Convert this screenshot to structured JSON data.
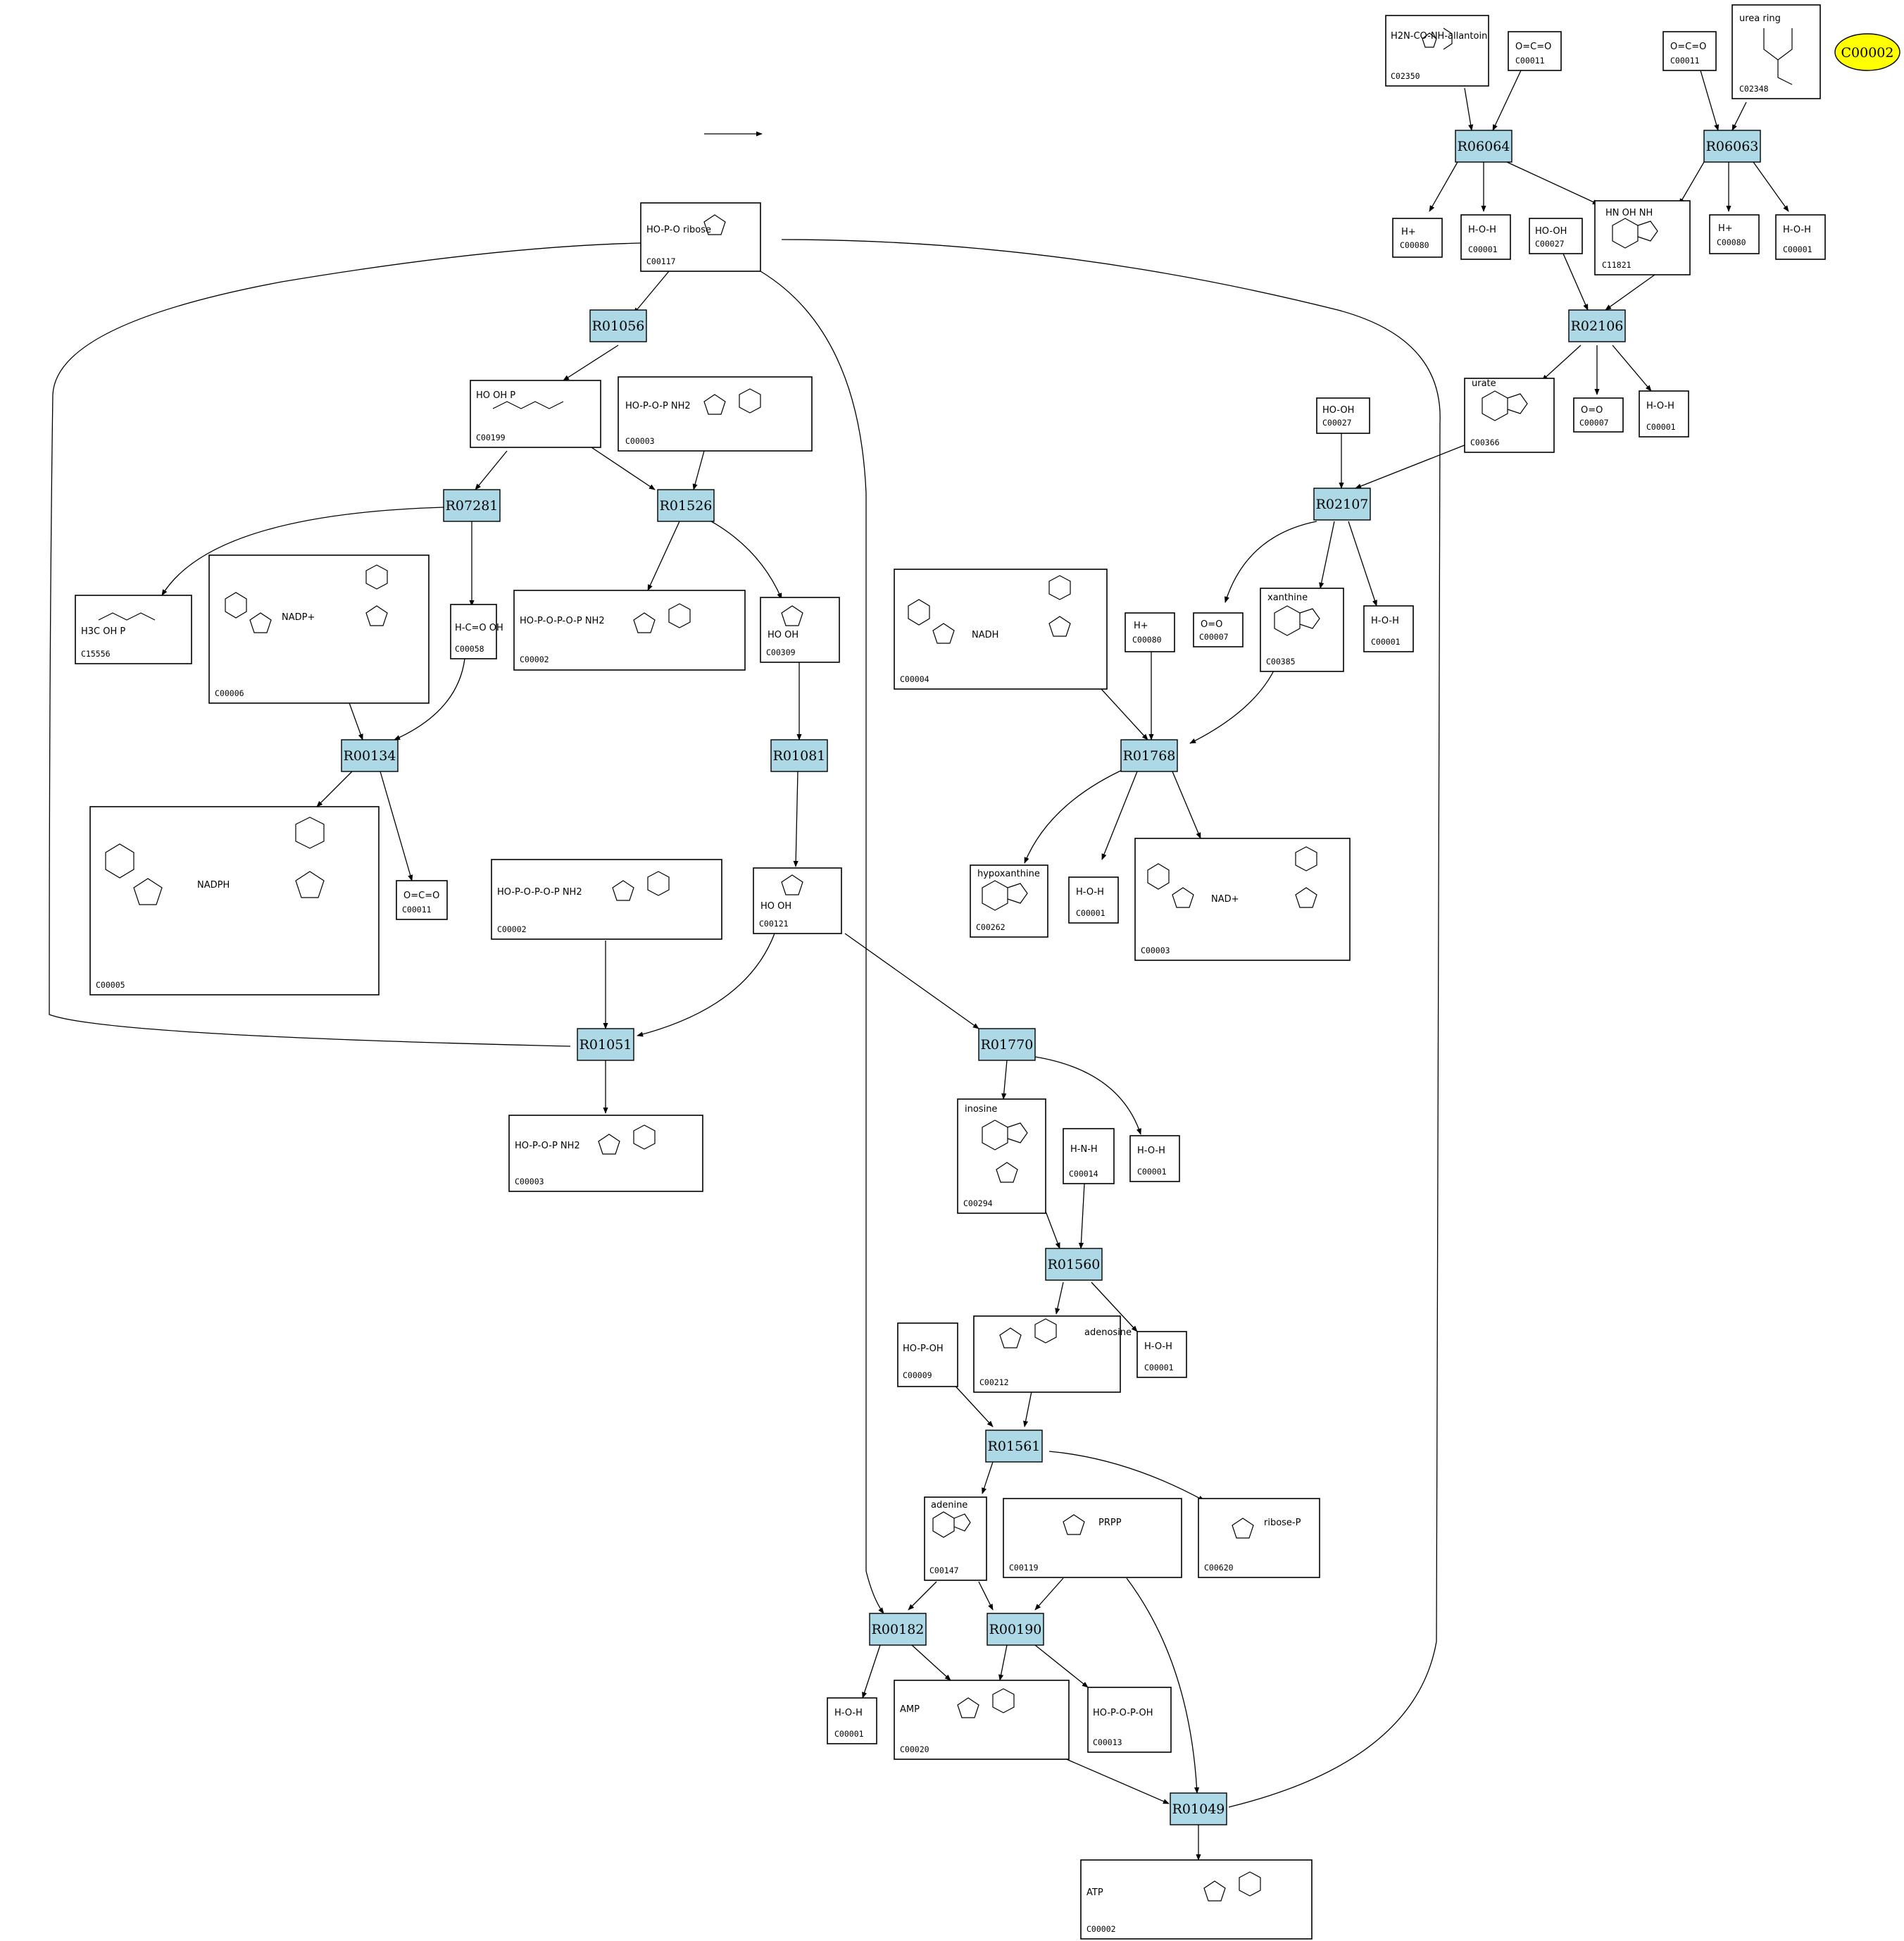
{
  "highlight": {
    "id": "C00002",
    "fill": "#ffff00"
  },
  "colors": {
    "reaction_fill": "#add8e6",
    "compound_fill": "#ffffff",
    "stroke": "#000000"
  },
  "reactions": [
    "R06064",
    "R06063",
    "R02106",
    "R02107",
    "R01056",
    "R07281",
    "R01526",
    "R00134",
    "R01081",
    "R01768",
    "R01051",
    "R01770",
    "R01560",
    "R01561",
    "R00182",
    "R00190",
    "R01049"
  ],
  "compounds": [
    {
      "key": "c02350",
      "id": "C02350",
      "formula": "H2N-CO-NH-allantoin"
    },
    {
      "key": "c00011a",
      "id": "C00011",
      "formula": "O=C=O"
    },
    {
      "key": "c00011b",
      "id": "C00011",
      "formula": "O=C=O"
    },
    {
      "key": "c02348",
      "id": "C02348",
      "formula": "urea ring"
    },
    {
      "key": "c00080a",
      "id": "C00080",
      "formula": "H+"
    },
    {
      "key": "c00001a",
      "id": "C00001",
      "formula": "H-O-H"
    },
    {
      "key": "c00027a",
      "id": "C00027",
      "formula": "HO-OH"
    },
    {
      "key": "c11821",
      "id": "C11821",
      "formula": "HN OH NH"
    },
    {
      "key": "c00080b",
      "id": "C00080",
      "formula": "H+"
    },
    {
      "key": "c00001b",
      "id": "C00001",
      "formula": "H-O-H"
    },
    {
      "key": "c00117",
      "id": "C00117",
      "formula": "HO-P-O ribose"
    },
    {
      "key": "c00027b",
      "id": "C00027",
      "formula": "HO-OH"
    },
    {
      "key": "c00366",
      "id": "C00366",
      "formula": "urate"
    },
    {
      "key": "c00007a",
      "id": "C00007",
      "formula": "O=O"
    },
    {
      "key": "c00001c",
      "id": "C00001",
      "formula": "H-O-H"
    },
    {
      "key": "c00199",
      "id": "C00199",
      "formula": "HO OH P"
    },
    {
      "key": "c00003a",
      "id": "C00003",
      "formula": "HO-P-O-P NH2"
    },
    {
      "key": "c00555",
      "id": "C15556",
      "formula": "H3C OH P"
    },
    {
      "key": "c00006",
      "id": "C00006",
      "formula": "NADP+"
    },
    {
      "key": "c00058",
      "id": "C00058",
      "formula": "H-C=O OH"
    },
    {
      "key": "c00002a",
      "id": "C00002",
      "formula": "HO-P-O-P-O-P NH2"
    },
    {
      "key": "c00309",
      "id": "C00309",
      "formula": "HO OH"
    },
    {
      "key": "c00004",
      "id": "C00004",
      "formula": "NADH"
    },
    {
      "key": "c00080c",
      "id": "C00080",
      "formula": "H+"
    },
    {
      "key": "c00007b",
      "id": "C00007",
      "formula": "O=O"
    },
    {
      "key": "c00385",
      "id": "C00385",
      "formula": "xanthine"
    },
    {
      "key": "c00001d",
      "id": "C00001",
      "formula": "H-O-H"
    },
    {
      "key": "c00005",
      "id": "C00005",
      "formula": "NADPH"
    },
    {
      "key": "c00011c",
      "id": "C00011",
      "formula": "O=C=O"
    },
    {
      "key": "c00002b",
      "id": "C00002",
      "formula": "HO-P-O-P-O-P NH2"
    },
    {
      "key": "c00121",
      "id": "C00121",
      "formula": "HO OH"
    },
    {
      "key": "c00262",
      "id": "C00262",
      "formula": "hypoxanthine"
    },
    {
      "key": "c00001e",
      "id": "C00001",
      "formula": "H-O-H"
    },
    {
      "key": "c00003b",
      "id": "C00003",
      "formula": "NAD+"
    },
    {
      "key": "c00003c",
      "id": "C00003",
      "formula": "HO-P-O-P NH2"
    },
    {
      "key": "c00294",
      "id": "C00294",
      "formula": "inosine"
    },
    {
      "key": "c00014",
      "id": "C00014",
      "formula": "H-N-H"
    },
    {
      "key": "c00001f",
      "id": "C00001",
      "formula": "H-O-H"
    },
    {
      "key": "c00212",
      "id": "C00212",
      "formula": "adenosine"
    },
    {
      "key": "c00009",
      "id": "C00009",
      "formula": "HO-P-OH"
    },
    {
      "key": "c00001g",
      "id": "C00001",
      "formula": "H-O-H"
    },
    {
      "key": "c00147",
      "id": "C00147",
      "formula": "adenine"
    },
    {
      "key": "c00119",
      "id": "C00119",
      "formula": "PRPP"
    },
    {
      "key": "c00620",
      "id": "C00620",
      "formula": "ribose-P"
    },
    {
      "key": "c00001h",
      "id": "C00001",
      "formula": "H-O-H"
    },
    {
      "key": "c00020",
      "id": "C00020",
      "formula": "AMP"
    },
    {
      "key": "c00013",
      "id": "C00013",
      "formula": "HO-P-O-P-OH"
    },
    {
      "key": "c00002c",
      "id": "C00002",
      "formula": "ATP"
    }
  ]
}
